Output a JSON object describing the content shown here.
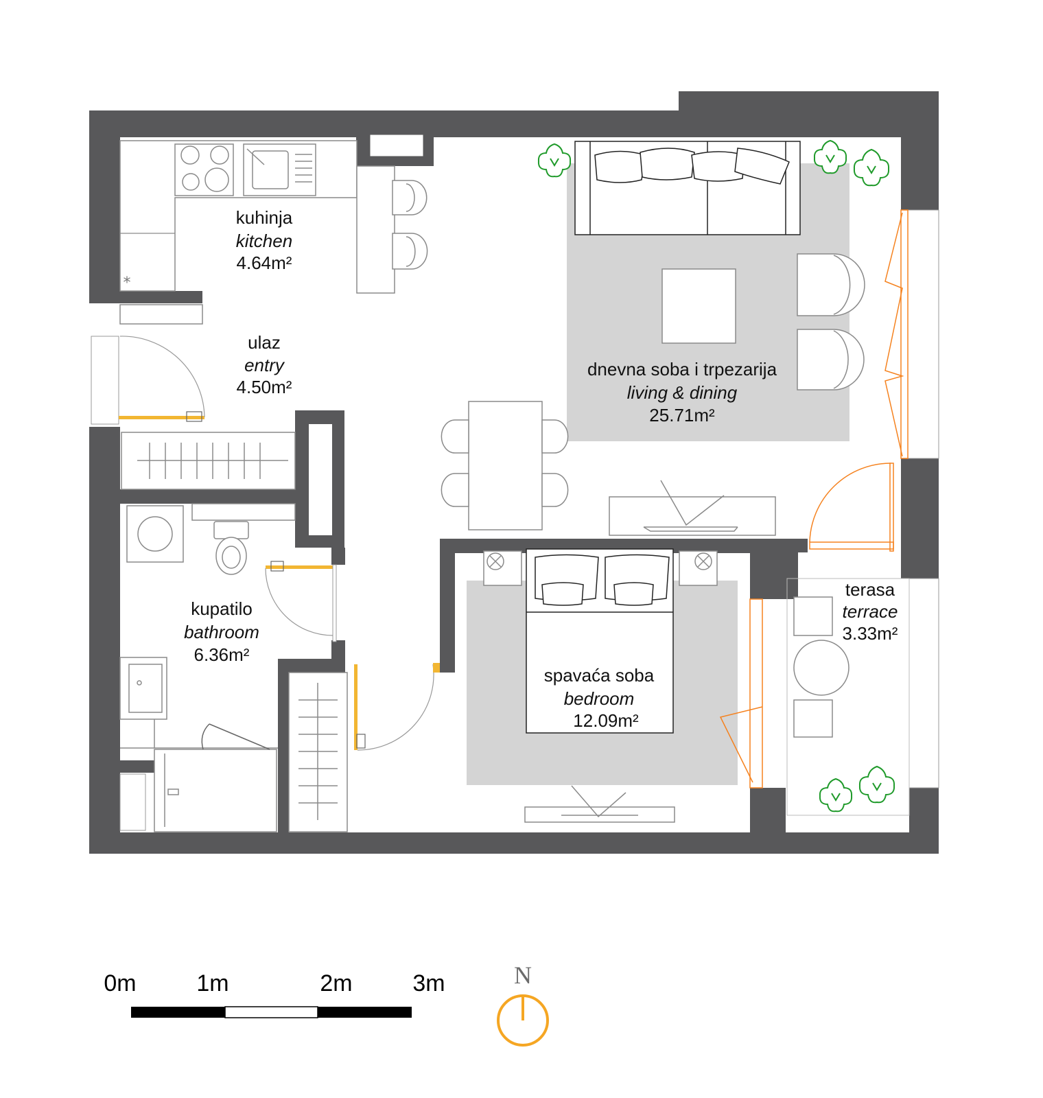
{
  "colors": {
    "wall": "#58585a",
    "rug": "#d4d4d4",
    "furniture_line": "#8a8a8a",
    "door_yellow": "#f2b632",
    "door_orange": "#f5821f",
    "plant_green": "#1f9a2a",
    "north_orange": "#f5a623"
  },
  "rooms": {
    "kitchen": {
      "name_local": "kuhinja",
      "name_en": "kitchen",
      "area": "4.64m²"
    },
    "entry": {
      "name_local": "ulaz",
      "name_en": "entry",
      "area": "4.50m²"
    },
    "living": {
      "name_local": "dnevna soba i trpezarija",
      "name_en": "living & dining",
      "area": "25.71m²"
    },
    "bathroom": {
      "name_local": "kupatilo",
      "name_en": "bathroom",
      "area": "6.36m²"
    },
    "bedroom": {
      "name_local": "spavaća soba",
      "name_en": "bedroom",
      "area": "12.09m²"
    },
    "terrace": {
      "name_local": "terasa",
      "name_en": "terrace",
      "area": "3.33m²"
    }
  },
  "scale_bar": {
    "labels": [
      "0m",
      "1m",
      "2m",
      "3m"
    ]
  },
  "north": {
    "label": "N",
    "icon": "north-arrow-icon"
  }
}
